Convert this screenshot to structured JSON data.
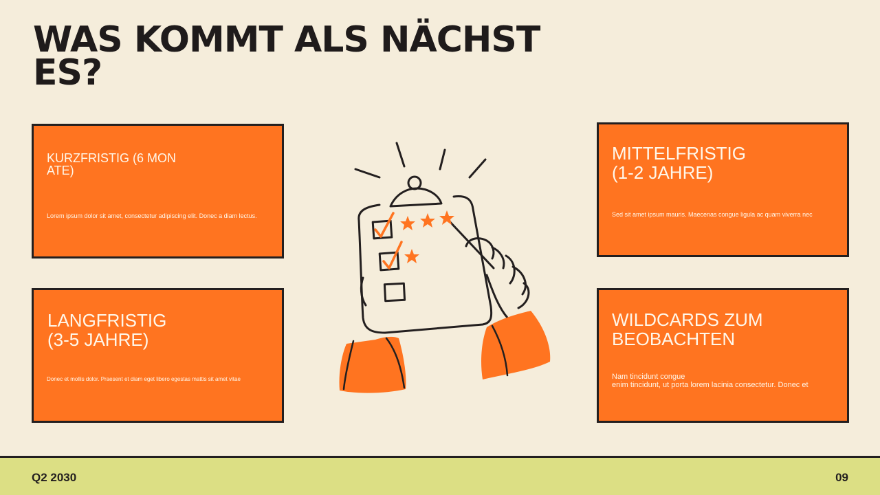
{
  "title": {
    "line1": "WAS KOMMT ALS NÄCHST",
    "line2": "ES?"
  },
  "cards": [
    {
      "heading_line1": "KURZFRISTIG (6 MON",
      "heading_line2": "ATE)",
      "text": "Lorem ipsum dolor sit amet, consectetur adipiscing elit. Donec a diam lectus."
    },
    {
      "heading_line1": "LANGFRISTIG",
      "heading_line2": "(3-5 JAHRE)",
      "text": "Donec et mollis dolor. Praesent et diam eget libero egestas mattis sit amet vitae"
    },
    {
      "heading_line1": "MITTELFRISTIG",
      "heading_line2": "(1-2 JAHRE)",
      "text": "Sed sit amet ipsum mauris. Maecenas congue ligula ac quam viverra nec"
    },
    {
      "heading_line1": "WILDCARDS ZUM",
      "heading_line2": "BEOBACHTEN",
      "text_line1": "Nam tincidunt congue",
      "text_line2": "enim tincidunt, ut porta lorem lacinia consectetur. Donec et"
    }
  ],
  "illustration": {
    "icon": "checklist-rating-icon"
  },
  "footer": {
    "left": "Q2 2030",
    "right": "09"
  },
  "colors": {
    "background": "#f5eddb",
    "card": "#ff7420",
    "footer": "#dcdf84",
    "ink": "#231f1f"
  }
}
